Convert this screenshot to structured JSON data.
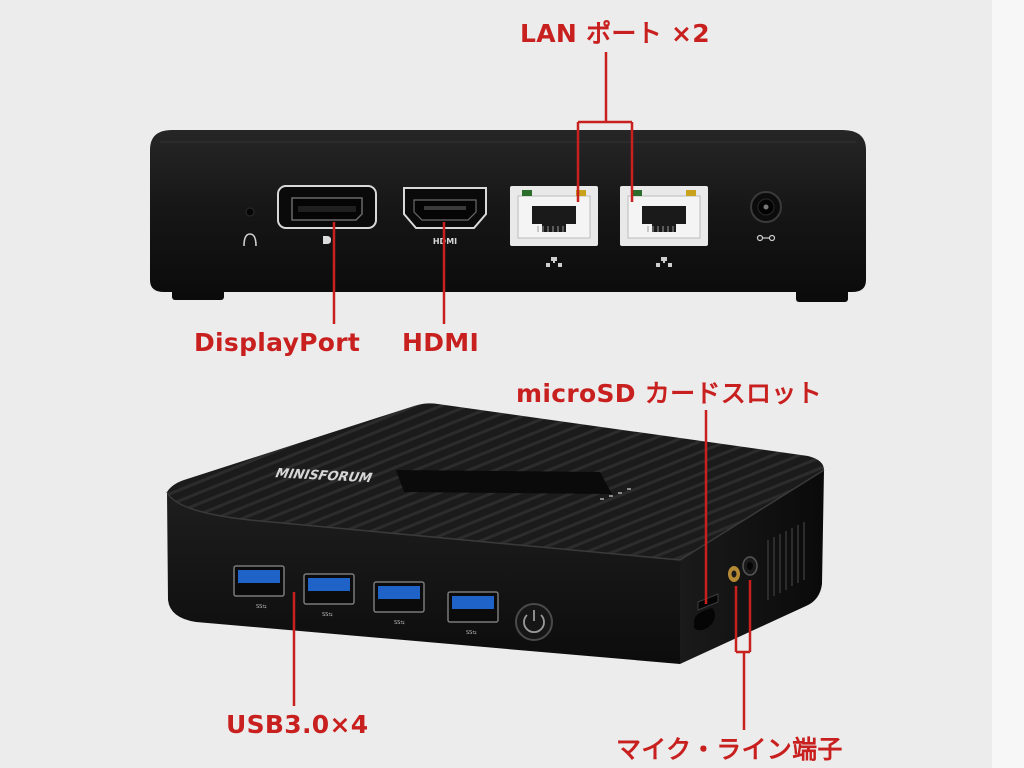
{
  "labels": {
    "lan": "LAN ポート ×2",
    "displayport": "DisplayPort",
    "hdmi": "HDMI",
    "microsd": "microSD カードスロット",
    "usb": "USB3.0×4",
    "audio": "マイク・ライン端子"
  },
  "device": {
    "brand": "MINISFORUM",
    "hdmi_port_text": "HDMI",
    "usb_port_text": "SS⇆"
  },
  "colors": {
    "background": "#ececec",
    "accent": "#c8201f",
    "device_body": "#141414",
    "usb_blue": "#1f63c8"
  }
}
